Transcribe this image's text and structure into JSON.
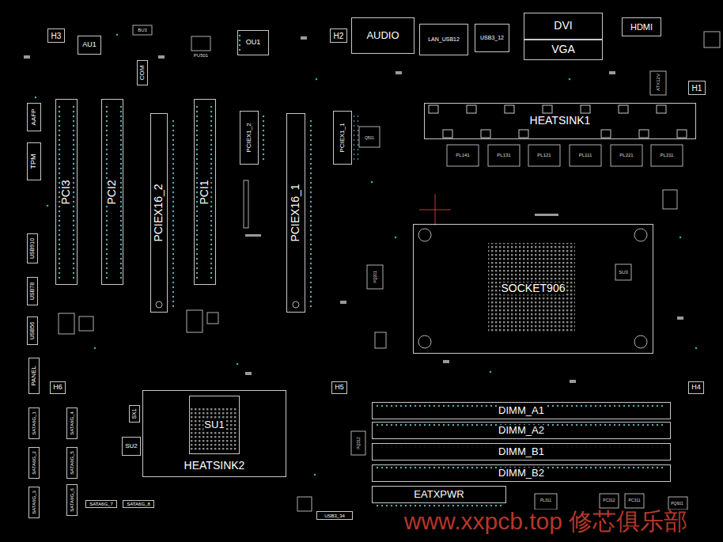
{
  "diagram": {
    "nodes": [
      {
        "text": [
          "H3"
        ]
      },
      {
        "text": [
          "AU1"
        ]
      },
      {
        "text": [
          "OU1"
        ]
      },
      {
        "text": [
          "H2"
        ]
      },
      {
        "text": [
          "AUDIO"
        ]
      },
      {
        "text": [
          "LAN_USB12"
        ]
      },
      {
        "text": [
          "USB3_12"
        ]
      },
      {
        "text": [
          "DVI"
        ]
      },
      {
        "text": [
          "HDMI"
        ]
      },
      {
        "text": [
          "VGA"
        ]
      },
      {
        "text": [
          "COM"
        ]
      },
      {
        "text": [
          "H1"
        ]
      },
      {
        "text": [
          "AAFP"
        ]
      },
      {
        "text": [
          "TPM"
        ]
      },
      {
        "text": [
          "PCI3"
        ]
      },
      {
        "text": [
          "PCI2"
        ]
      },
      {
        "text": [
          "PCIEX16_2"
        ]
      },
      {
        "text": [
          "PCI1"
        ]
      },
      {
        "text": [
          "PCIEX1_2"
        ]
      },
      {
        "text": [
          "PCIEX16_1"
        ]
      },
      {
        "text": [
          "PCIEX1_1"
        ]
      },
      {
        "text": [
          "HEATSINK1"
        ]
      },
      {
        "text": [
          "SOCKET906"
        ]
      },
      {
        "text": [
          "USB910"
        ]
      },
      {
        "text": [
          "USB78"
        ]
      },
      {
        "text": [
          "USB56"
        ]
      },
      {
        "text": [
          "PANEL"
        ]
      },
      {
        "text": [
          "H6"
        ]
      },
      {
        "text": [
          "H5"
        ]
      },
      {
        "text": [
          "H4"
        ]
      },
      {
        "text": [
          "HEATSINK2"
        ]
      },
      {
        "text": [
          "SU1"
        ],
        "in": 30
      },
      {
        "text": [
          "SX1"
        ]
      },
      {
        "text": [
          "SU2"
        ]
      },
      {
        "text": [
          "DIMM_A1"
        ]
      },
      {
        "text": [
          "DIMM_A2"
        ]
      },
      {
        "text": [
          "DIMM_B1"
        ]
      },
      {
        "text": [
          "DIMM_B2"
        ]
      },
      {
        "text": [
          "SATA6G_1"
        ]
      },
      {
        "text": [
          "SATA6G_4"
        ]
      },
      {
        "text": [
          "SATA6G_2"
        ]
      },
      {
        "text": [
          "SATA6G_5"
        ]
      },
      {
        "text": [
          "SATA6G_3"
        ]
      },
      {
        "text": [
          "SATA6G_6"
        ]
      },
      {
        "text": [
          "SATA6G_7"
        ]
      },
      {
        "text": [
          "SATA6G_8"
        ]
      },
      {
        "text": [
          "EATXPWR"
        ]
      },
      {
        "text": [
          "USB3_34"
        ]
      }
    ],
    "labels": [
      "BU3",
      "PU501",
      "ATX12V",
      "Q501",
      "PL141",
      "PL131",
      "PL121",
      "PL111",
      "PL221",
      "PL211",
      "SU3",
      "PQ201",
      "PQ312",
      "PL311",
      "PC312",
      "PC311",
      "PQ601",
      "www.xxpcb.top 修芯俱乐部"
    ]
  }
}
